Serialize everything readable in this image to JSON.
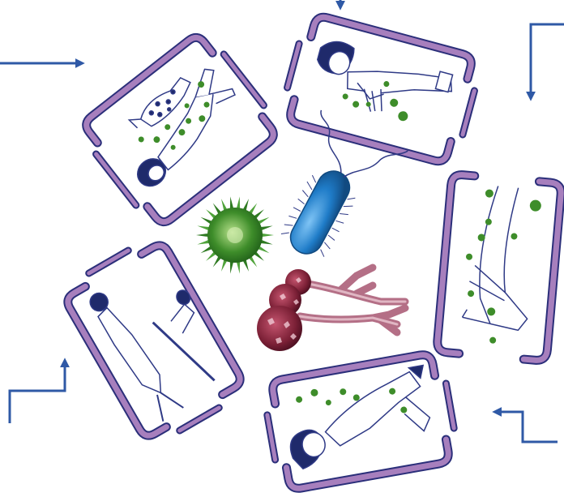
{
  "colors": {
    "background": "#ffffff",
    "frame": "#a77fbd",
    "frame_outline": "#2b2f7a",
    "arrow": "#2f59a6",
    "line_art": "#2f3a86",
    "pollen": "#3e8d2a",
    "bacterium": "#1f7cc8",
    "mold_spore": "#7a1f35",
    "mold_hypha": "#c98a9d"
  },
  "panels": [
    {
      "id": "top-left",
      "depicts": "person-with-dalmatian-dog",
      "icon": "dog-icon"
    },
    {
      "id": "top-right",
      "depicts": "person-smelling-flowers",
      "icon": "flower-icon"
    },
    {
      "id": "right",
      "depicts": "hands-with-pollen",
      "icon": "hand-icon"
    },
    {
      "id": "bottom-right",
      "depicts": "person-lying-sick",
      "icon": "person-lying-icon"
    },
    {
      "id": "bottom-left",
      "depicts": "person-with-crutches",
      "icon": "person-standing-icon"
    }
  ],
  "center_elements": [
    "pollen-grain",
    "bacterium",
    "mold-spore-cluster"
  ],
  "arrows": [
    {
      "id": "arrow-top-left",
      "direction": "right"
    },
    {
      "id": "arrow-top-center",
      "direction": "down"
    },
    {
      "id": "arrow-top-right",
      "direction": "down"
    },
    {
      "id": "arrow-bottom-right",
      "direction": "left"
    },
    {
      "id": "arrow-bottom-left",
      "direction": "up"
    }
  ]
}
